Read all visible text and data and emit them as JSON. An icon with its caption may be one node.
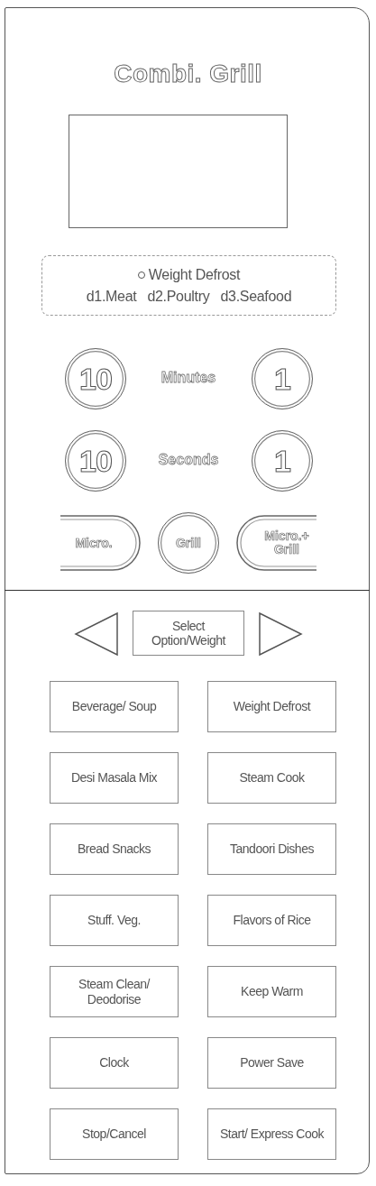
{
  "diagram": {
    "title": "Combi. Grill",
    "nodes": [
      {
        "text": [],
        "shape": "box"
      },
      {
        "text": [
          "Weight Defrost",
          "d1.Meat",
          "d2.Poultry",
          "d3.Seafood"
        ]
      },
      {
        "text": [
          "10"
        ]
      },
      {
        "text": [
          "1"
        ]
      },
      {
        "text": [
          "10"
        ]
      },
      {
        "text": [
          "1"
        ]
      },
      {
        "text": [
          "Micro."
        ]
      },
      {
        "text": [
          "Grill"
        ]
      },
      {
        "text": [
          "Micro.+ Grill"
        ]
      },
      {
        "text": [],
        "shape": "triangle"
      },
      {
        "text": [
          "Select Option/Weight"
        ]
      },
      {
        "text": [],
        "shape": "triangle"
      },
      {
        "text": [
          "Beverage/ Soup"
        ]
      },
      {
        "text": [
          "Weight Defrost"
        ]
      },
      {
        "text": [
          "Desi Masala Mix"
        ]
      },
      {
        "text": [
          "Steam Cook"
        ]
      },
      {
        "text": [
          "Bread Snacks"
        ]
      },
      {
        "text": [
          "Tandoori Dishes"
        ]
      },
      {
        "text": [
          "Stuff. Veg."
        ]
      },
      {
        "text": [
          "Flavors of Rice"
        ]
      },
      {
        "text": [
          "Steam Clean/ Deodorise"
        ]
      },
      {
        "text": [
          "Keep Warm"
        ]
      },
      {
        "text": [
          "Clock"
        ]
      },
      {
        "text": [
          "Power Save"
        ]
      },
      {
        "text": [
          "Stop/Cancel"
        ]
      },
      {
        "text": [
          "Start/ Express Cook"
        ]
      }
    ],
    "labels": [
      "Minutes",
      "Seconds"
    ]
  }
}
